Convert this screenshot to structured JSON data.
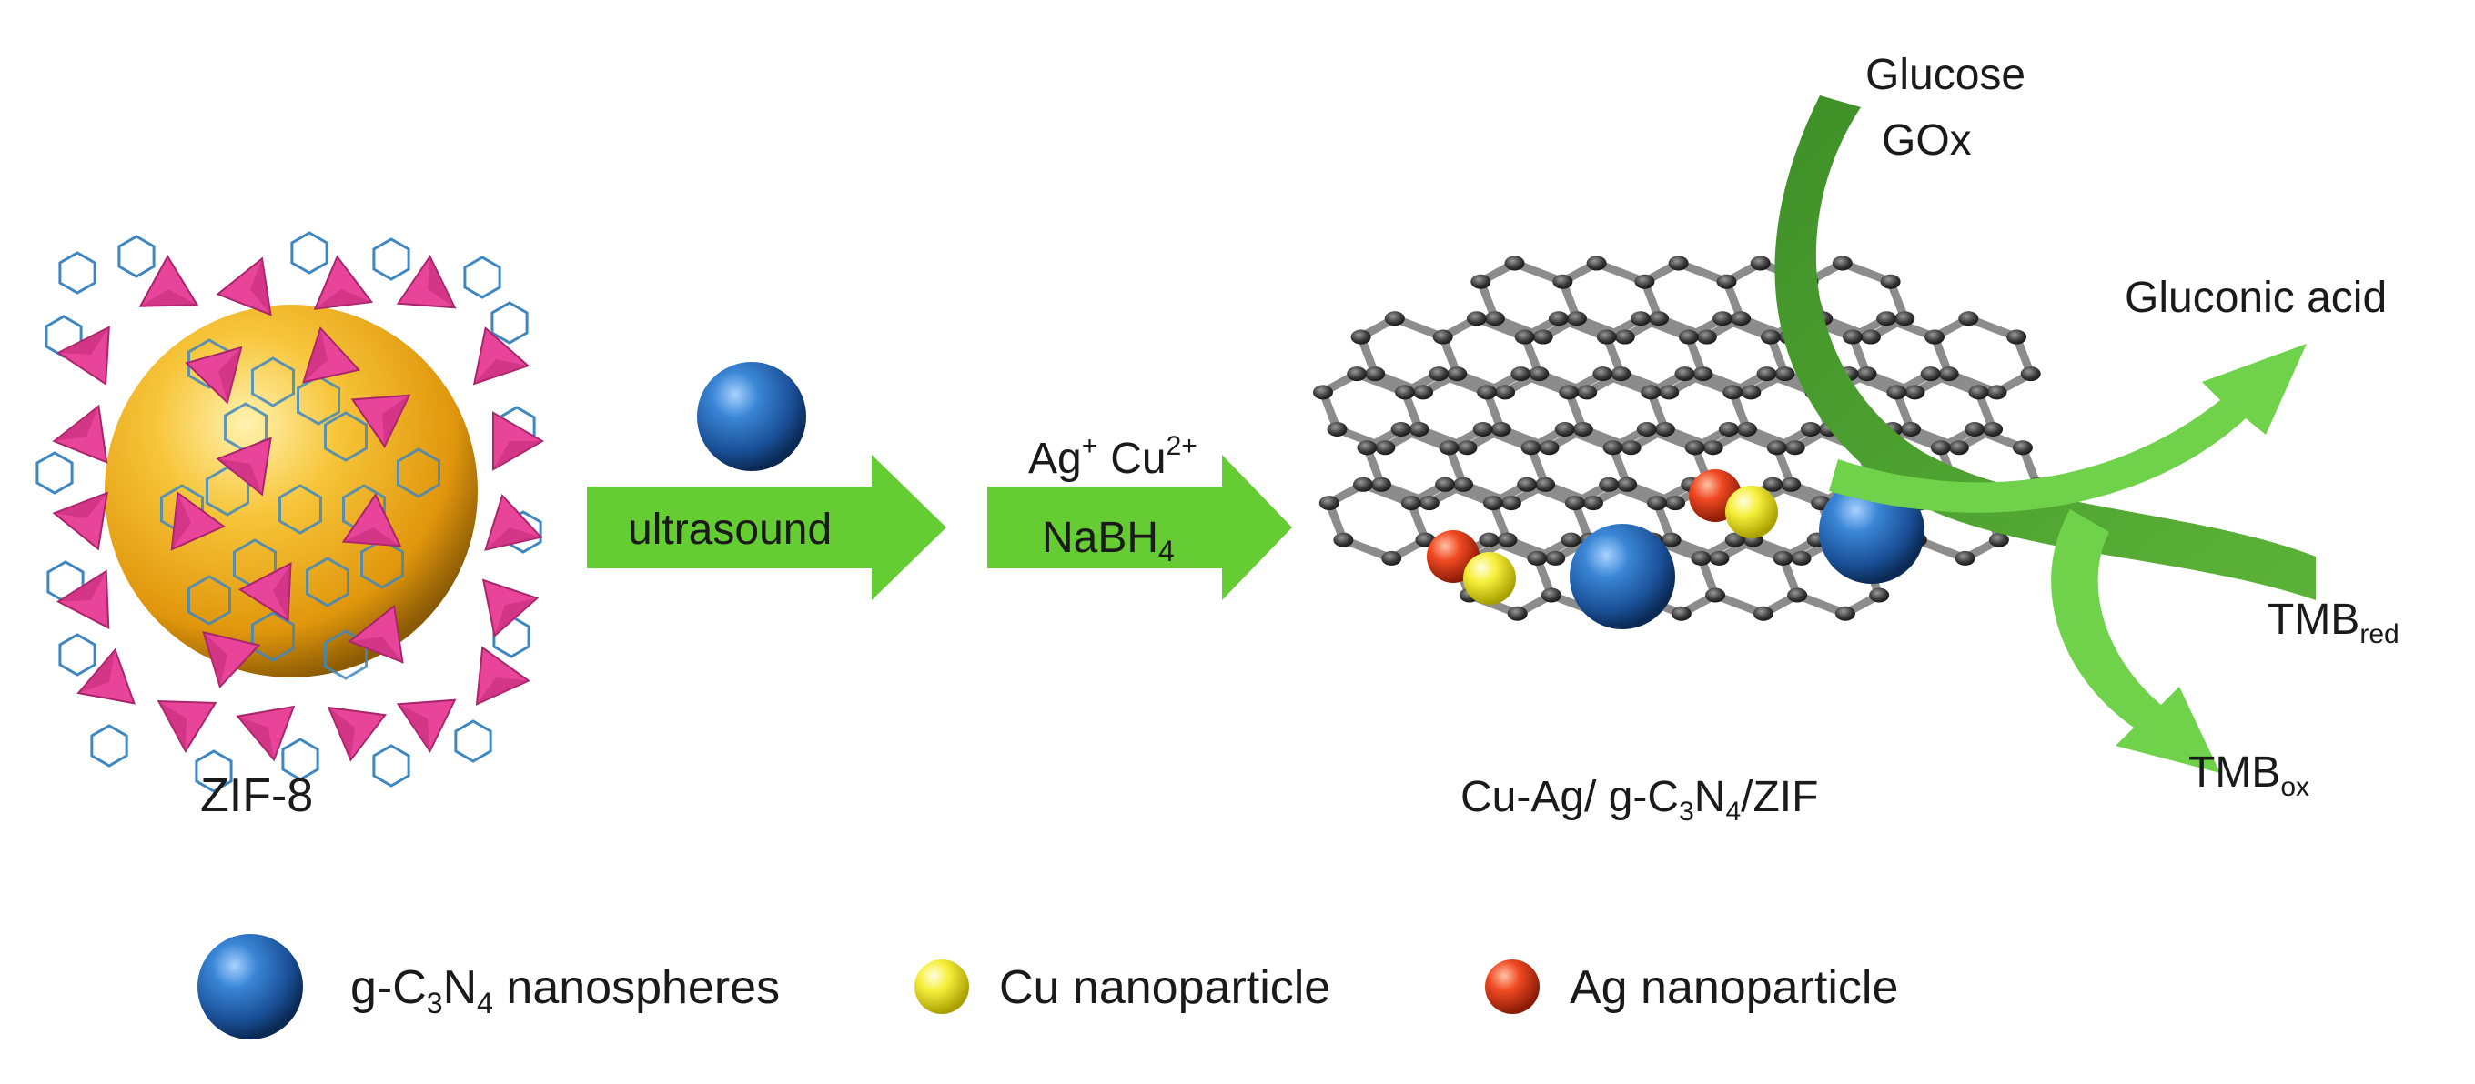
{
  "labels": {
    "zif8": "ZIF-8",
    "arrow1": "ultrasound",
    "reagent_top_ag": "Ag",
    "reagent_top_ag_sup": "+",
    "reagent_top_cu": "Cu",
    "reagent_top_cu_sup": "2+",
    "reagent_bottom_main": "NaBH",
    "reagent_bottom_sub": "4",
    "product_part1": "Cu-Ag/ g-C",
    "product_sub1": "3",
    "product_part2": "N",
    "product_sub2": "4",
    "product_part3": "/ZIF",
    "glucose": "Glucose",
    "gox": "GOx",
    "gluconic": "Gluconic acid",
    "tmb_red_main": "TMB",
    "tmb_red_sub": "red",
    "tmb_ox_main": "TMB",
    "tmb_ox_sub": "ox"
  },
  "legend": {
    "sphere_part1": "g-C",
    "sphere_sub1": "3",
    "sphere_part2": "N",
    "sphere_sub2": "4",
    "sphere_part3": " nanospheres",
    "cu": "Cu nanoparticle",
    "ag": "Ag nanoparticle"
  },
  "colors": {
    "arrow_green": "#66cc33",
    "curve_dark_green": "#4a9e2f",
    "curve_light_green": "#6fd24a",
    "zif_core": "#f2b31c",
    "tetrahedron": "#e8459a",
    "ring_blue": "#3f87c0",
    "sphere_blue": "#1f63b0",
    "cu_yellow": "#f2ea2a",
    "ag_red": "#e0341c",
    "lattice_gray": "#8c8c8c",
    "node_dark": "#3a3a3a"
  }
}
